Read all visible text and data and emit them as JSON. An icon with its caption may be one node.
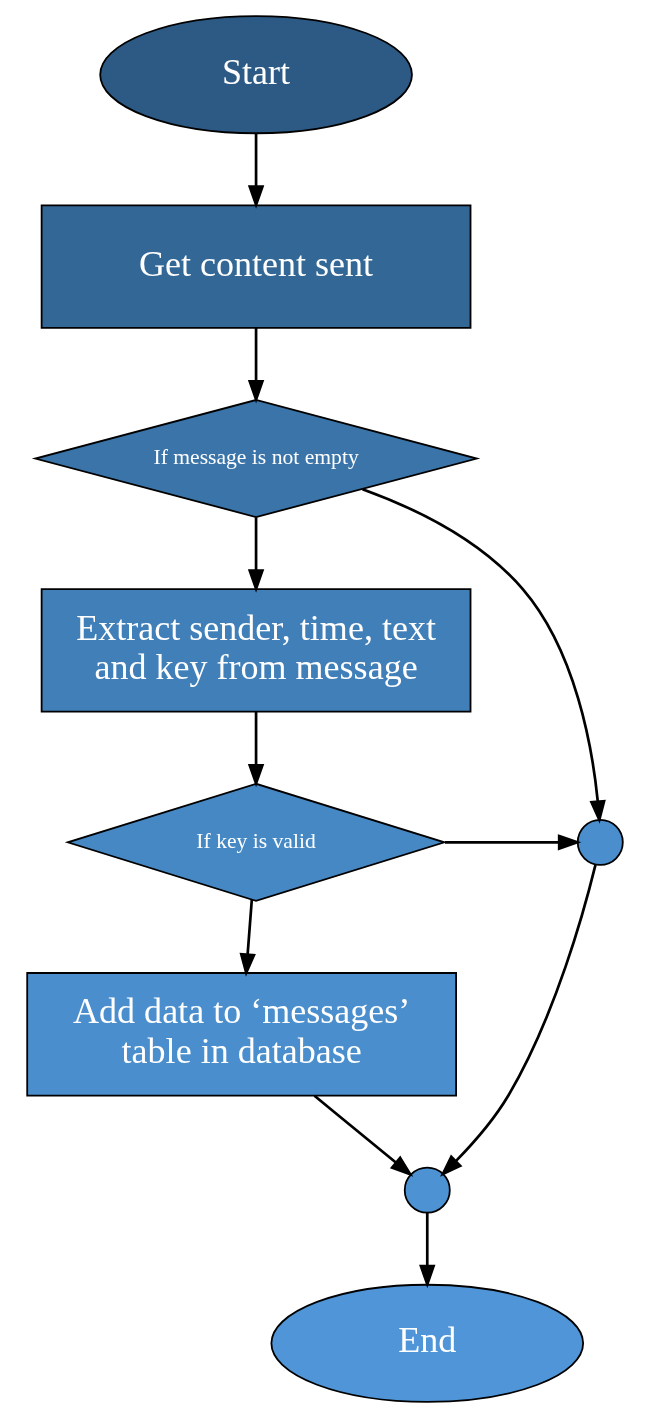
{
  "diagram": {
    "nodes": [
      {
        "text": [
          "Start"
        ]
      },
      {
        "text": [
          "Get content sent"
        ]
      },
      {
        "text": [
          "If message is not empty"
        ]
      },
      {
        "text": [
          "Extract sender, time, text and key from message"
        ]
      },
      {
        "text": [
          "If key is valid"
        ]
      },
      {
        "text": [
          "Add data to ‘messages’ table in database"
        ]
      },
      {
        "text": [],
        "shape": "circle"
      },
      {
        "text": [],
        "shape": "circle"
      },
      {
        "text": [
          "End"
        ]
      }
    ],
    "edges": [
      {
        "from": 0,
        "to": 1,
        "arrow": "to"
      },
      {
        "from": 1,
        "to": 2,
        "arrow": "to"
      },
      {
        "from": 2,
        "to": 3,
        "arrow": "to"
      },
      {
        "from": 2,
        "to": 6,
        "arrow": "to"
      },
      {
        "from": 3,
        "to": 4,
        "arrow": "to"
      },
      {
        "from": 4,
        "to": 5,
        "arrow": "to"
      },
      {
        "from": 4,
        "to": 6,
        "arrow": "to"
      },
      {
        "from": 5,
        "to": 7,
        "arrow": "to"
      },
      {
        "from": 6,
        "to": 7,
        "arrow": "to"
      },
      {
        "from": 7,
        "to": 8,
        "arrow": "to"
      }
    ]
  }
}
